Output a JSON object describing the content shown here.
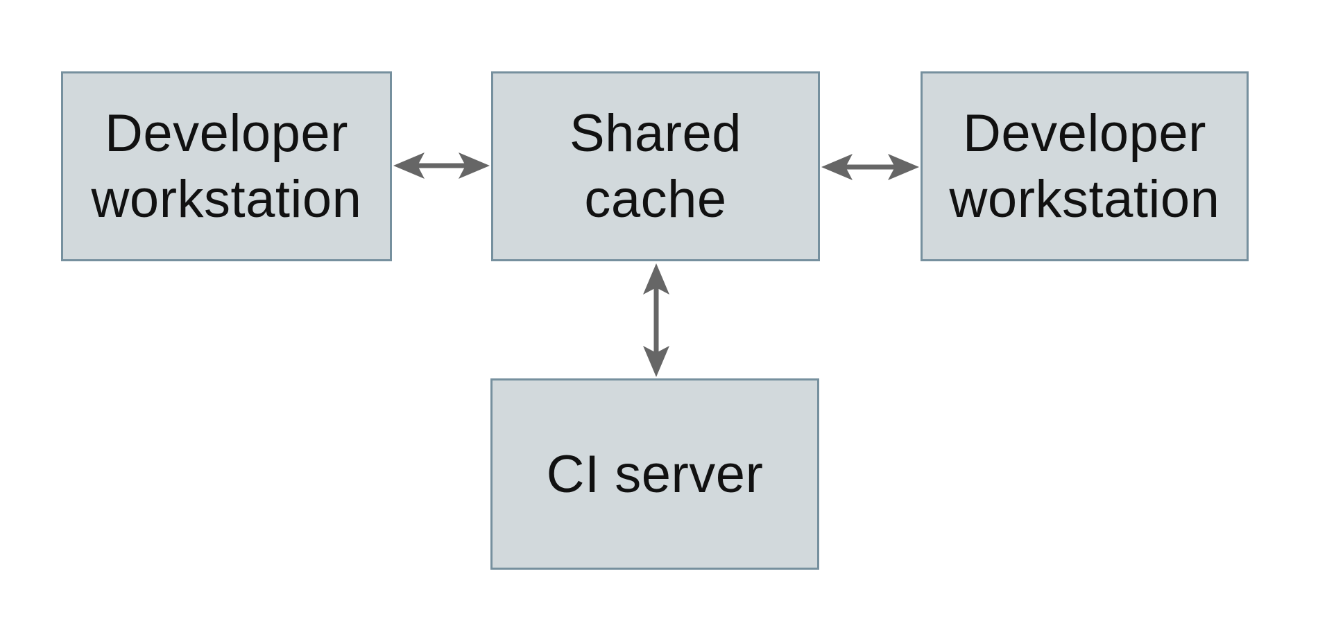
{
  "diagram": {
    "type": "architecture-diagram",
    "nodes": [
      {
        "id": "developer-workstation-left",
        "label": "Developer\nworkstation",
        "shape": "rectangle"
      },
      {
        "id": "shared-cache",
        "label": "Shared\ncache",
        "shape": "rectangle"
      },
      {
        "id": "developer-workstation-right",
        "label": "Developer\nworkstation",
        "shape": "rectangle"
      },
      {
        "id": "ci-server",
        "label": "CI server",
        "shape": "rectangle"
      }
    ],
    "edges": [
      {
        "from": "developer-workstation-left",
        "to": "shared-cache",
        "direction": "bidirectional",
        "orientation": "horizontal"
      },
      {
        "from": "shared-cache",
        "to": "developer-workstation-right",
        "direction": "bidirectional",
        "orientation": "horizontal"
      },
      {
        "from": "shared-cache",
        "to": "ci-server",
        "direction": "bidirectional",
        "orientation": "vertical"
      }
    ]
  },
  "colors": {
    "background": "#ffffff",
    "node_fill": "#d2d9dc",
    "node_border": "#76909e",
    "text": "#111111",
    "arrow": "#666666"
  }
}
